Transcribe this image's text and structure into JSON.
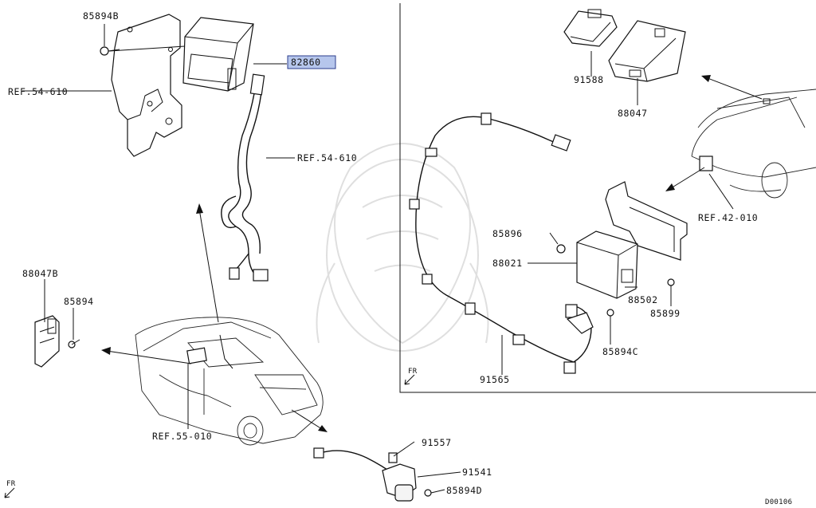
{
  "parts": {
    "p85894B": "85894B",
    "p82860": "82860",
    "ref54_610_left": "REF.54-610",
    "ref54_610_harness": "REF.54-610",
    "p88047B": "88047B",
    "p85894": "85894",
    "ref55_010": "REF.55-010",
    "fr_bottom": "FR",
    "p91557": "91557",
    "p91541": "91541",
    "p85894D": "85894D",
    "drawing_id": "D00106",
    "p91588": "91588",
    "p88047": "88047",
    "ref42_010": "REF.42-010",
    "p85896": "85896",
    "p88021": "88021",
    "p88502": "88502",
    "p85899": "85899",
    "p85894C": "85894C",
    "p91565": "91565",
    "fr_inset": "FR"
  },
  "colors": {
    "highlight_fill": "#b6c6ec",
    "highlight_border": "#2c3e8c",
    "line": "#111111"
  }
}
